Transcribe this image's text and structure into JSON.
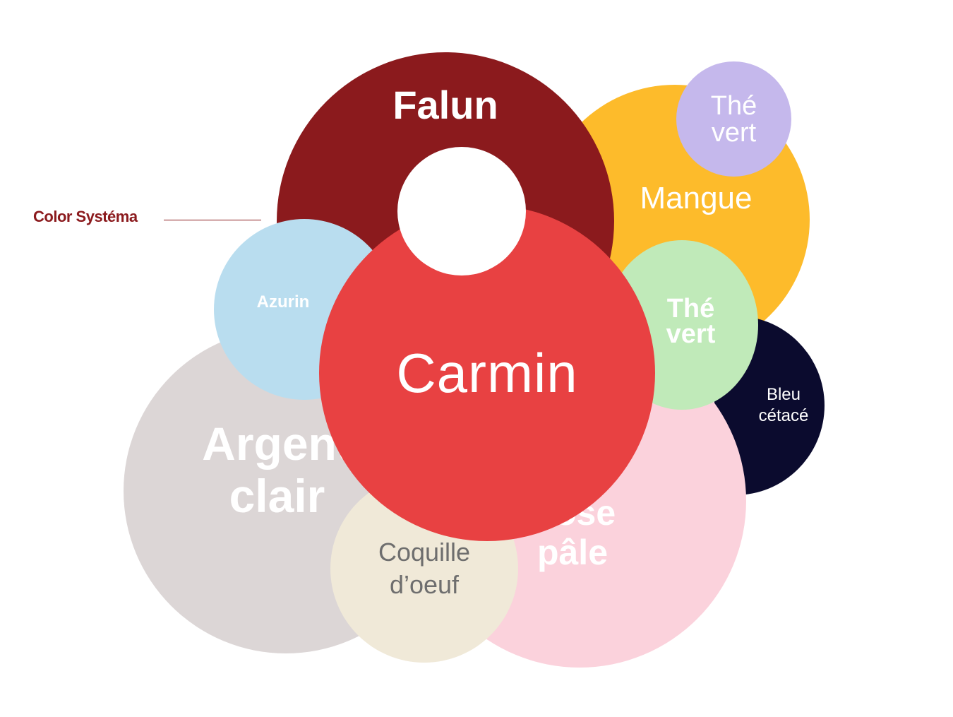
{
  "legend": {
    "title": "Color Systéma",
    "color": "#8b1a1d"
  },
  "circles": [
    {
      "id": "falun",
      "label": "Falun",
      "color": "#8b1a1d"
    },
    {
      "id": "carmin",
      "label": "Carmin",
      "color": "#e84142"
    },
    {
      "id": "mangue",
      "label": "Mangue",
      "color": "#fdbb2b"
    },
    {
      "id": "the1",
      "label": "Thé\nvert",
      "color": "#c5b8ec"
    },
    {
      "id": "the2",
      "label": "Thé\nvert",
      "color": "#c0eab9"
    },
    {
      "id": "azurin",
      "label": "Azurin",
      "color": "#b9ddef"
    },
    {
      "id": "bleu",
      "label": "Bleu\ncétacé",
      "color": "#0b0b2e"
    },
    {
      "id": "argent",
      "label": "Argent\nclair",
      "color": "#dcd6d6"
    },
    {
      "id": "rose",
      "label": "Rose\npâle",
      "color": "#fbd2dc"
    },
    {
      "id": "coquille",
      "label": "Coquille\nd’oeuf",
      "color": "#f0e9d8"
    }
  ]
}
